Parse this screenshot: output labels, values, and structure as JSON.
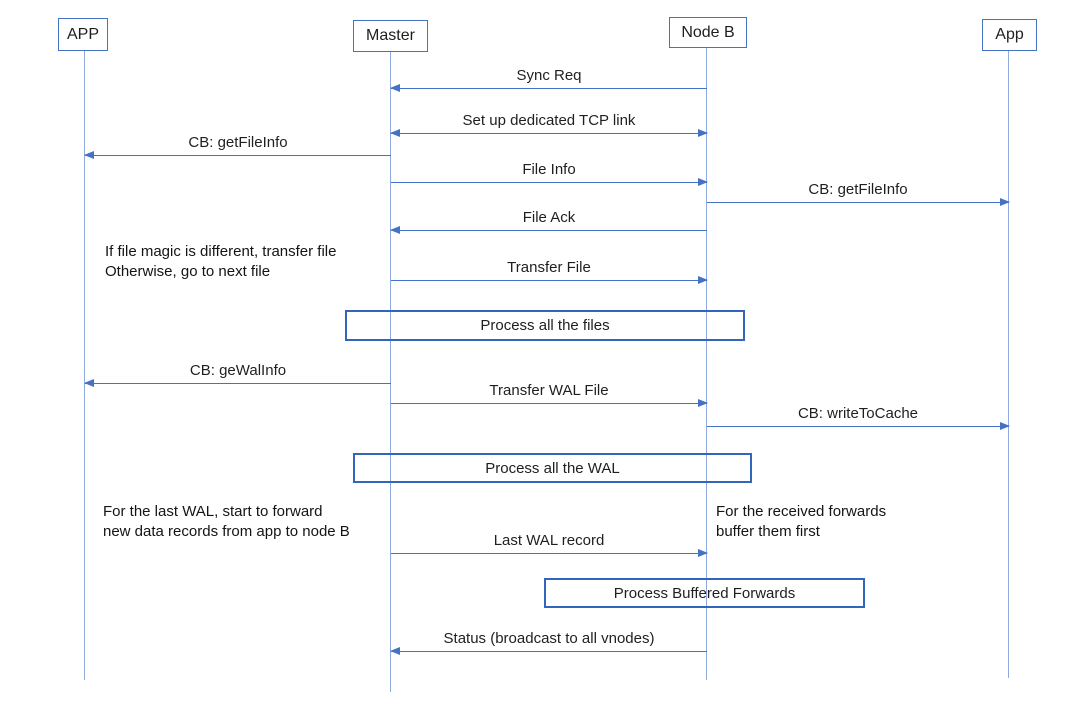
{
  "colors": {
    "actor_border": "#4472C4",
    "lifeline": "#8FAADC",
    "arrow": "#4472C4",
    "process_border": "#3465BD",
    "text": "#1f1f1f"
  },
  "actors": [
    {
      "id": "app-left",
      "label": "APP"
    },
    {
      "id": "master",
      "label": "Master"
    },
    {
      "id": "node-b",
      "label": "Node B"
    },
    {
      "id": "app-right",
      "label": "App"
    }
  ],
  "messages": [
    {
      "label": "Sync Req",
      "from": "Node B",
      "to": "Master",
      "direction": "left"
    },
    {
      "label": "Set up dedicated TCP link",
      "from": "Master",
      "to": "Node B",
      "direction": "both"
    },
    {
      "label": "CB: getFileInfo",
      "from": "Master",
      "to": "APP",
      "direction": "left"
    },
    {
      "label": "File Info",
      "from": "Master",
      "to": "Node B",
      "direction": "right"
    },
    {
      "label": "CB: getFileInfo",
      "from": "Node B",
      "to": "App",
      "direction": "right"
    },
    {
      "label": "File Ack",
      "from": "Node B",
      "to": "Master",
      "direction": "left"
    },
    {
      "label": "Transfer File",
      "from": "Master",
      "to": "Node B",
      "direction": "right"
    },
    {
      "label": "CB: geWalInfo",
      "from": "Master",
      "to": "APP",
      "direction": "left"
    },
    {
      "label": "Transfer WAL File",
      "from": "Master",
      "to": "Node B",
      "direction": "right"
    },
    {
      "label": "CB: writeToCache",
      "from": "Node B",
      "to": "App",
      "direction": "right"
    },
    {
      "label": "Last WAL record",
      "from": "Master",
      "to": "Node B",
      "direction": "right"
    },
    {
      "label": "Status (broadcast to all vnodes)",
      "from": "Node B",
      "to": "Master",
      "direction": "left"
    }
  ],
  "process_boxes": [
    {
      "label": "Process all the files"
    },
    {
      "label": "Process all the WAL"
    },
    {
      "label": "Process Buffered Forwards"
    }
  ],
  "notes": [
    {
      "text": "If file magic is different, transfer file\nOtherwise, go to next file"
    },
    {
      "text": "For the last WAL, start to forward\nnew data records from app to node B"
    },
    {
      "text": "For the received forwards\nbuffer them first"
    }
  ]
}
